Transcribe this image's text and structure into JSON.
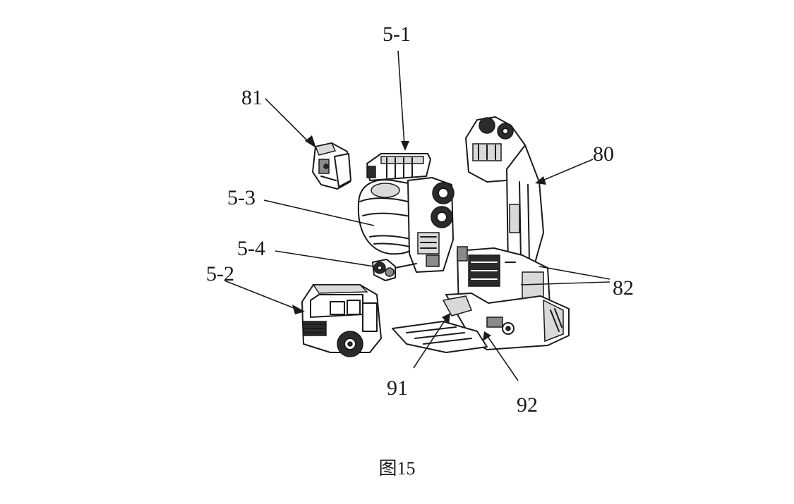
{
  "figure": {
    "caption": "图15",
    "labels": {
      "l5_1": "5-1",
      "l81": "81",
      "l80": "80",
      "l5_3": "5-3",
      "l5_4": "5-4",
      "l5_2": "5-2",
      "l82": "82",
      "l91": "91",
      "l92": "92"
    }
  }
}
